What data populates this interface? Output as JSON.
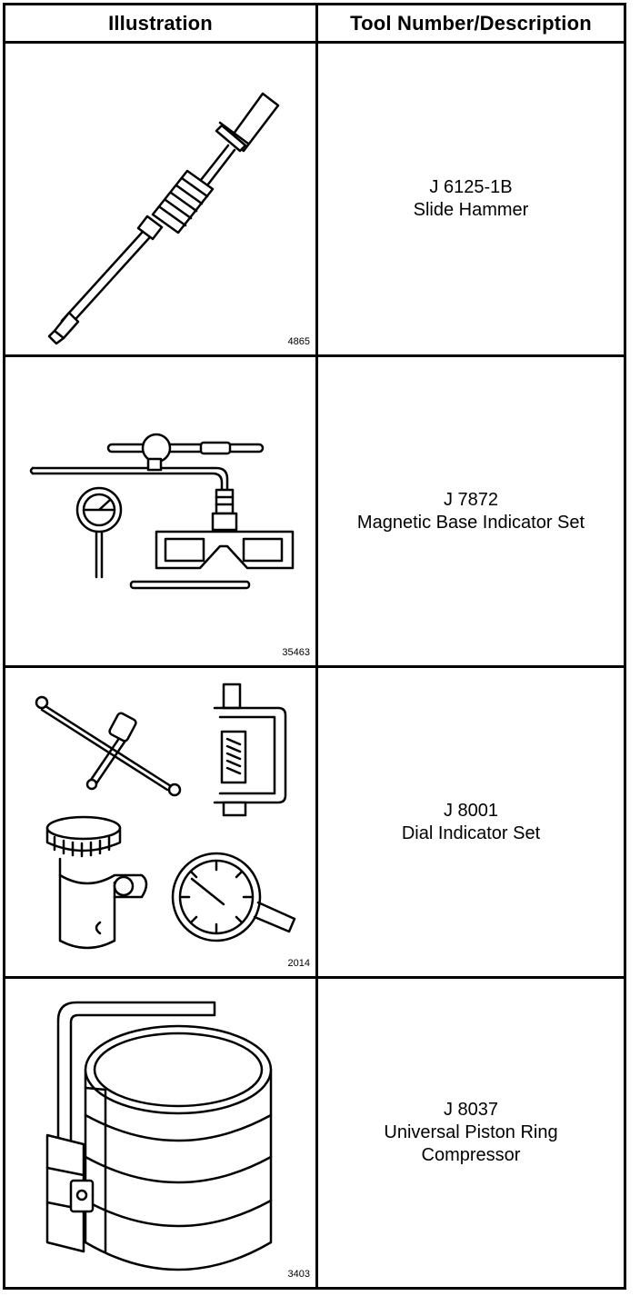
{
  "table": {
    "headers": [
      "Illustration",
      "Tool Number/Description"
    ],
    "rows": [
      {
        "figure_number": "4865",
        "tool_number": "J 6125-1B",
        "description_lines": [
          "Slide Hammer"
        ]
      },
      {
        "figure_number": "35463",
        "tool_number": "J 7872",
        "description_lines": [
          "Magnetic Base Indicator Set"
        ]
      },
      {
        "figure_number": "2014",
        "tool_number": "J 8001",
        "description_lines": [
          "Dial Indicator Set"
        ]
      },
      {
        "figure_number": "3403",
        "tool_number": "J 8037",
        "description_lines": [
          "Universal Piston Ring",
          "Compressor"
        ]
      }
    ]
  }
}
